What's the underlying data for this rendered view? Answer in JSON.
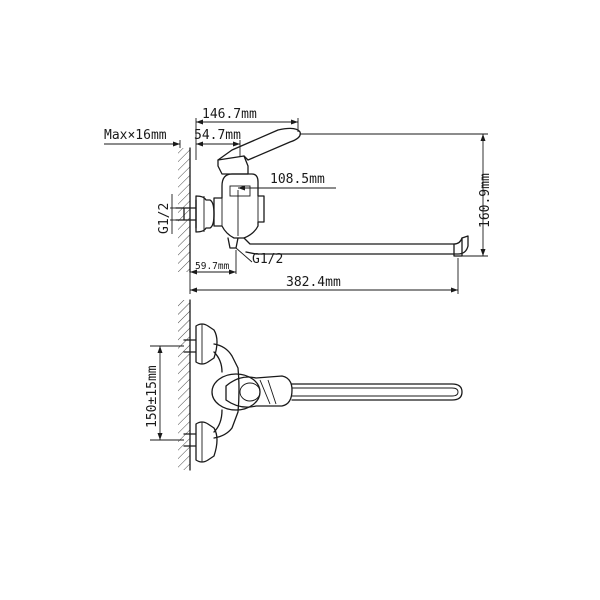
{
  "dimensions": {
    "overall_height_width": "146.7mm",
    "max_wall": "Max×16mm",
    "handle_offset": "54.7mm",
    "spout_body": "108.5mm",
    "total_height": "160.9mm",
    "inlet_thread_left": "G1/2",
    "inlet_thread_right": "G1/2",
    "inlet_depth": "59.7mm",
    "spout_length": "382.4mm",
    "center_distance": "150±15mm"
  }
}
